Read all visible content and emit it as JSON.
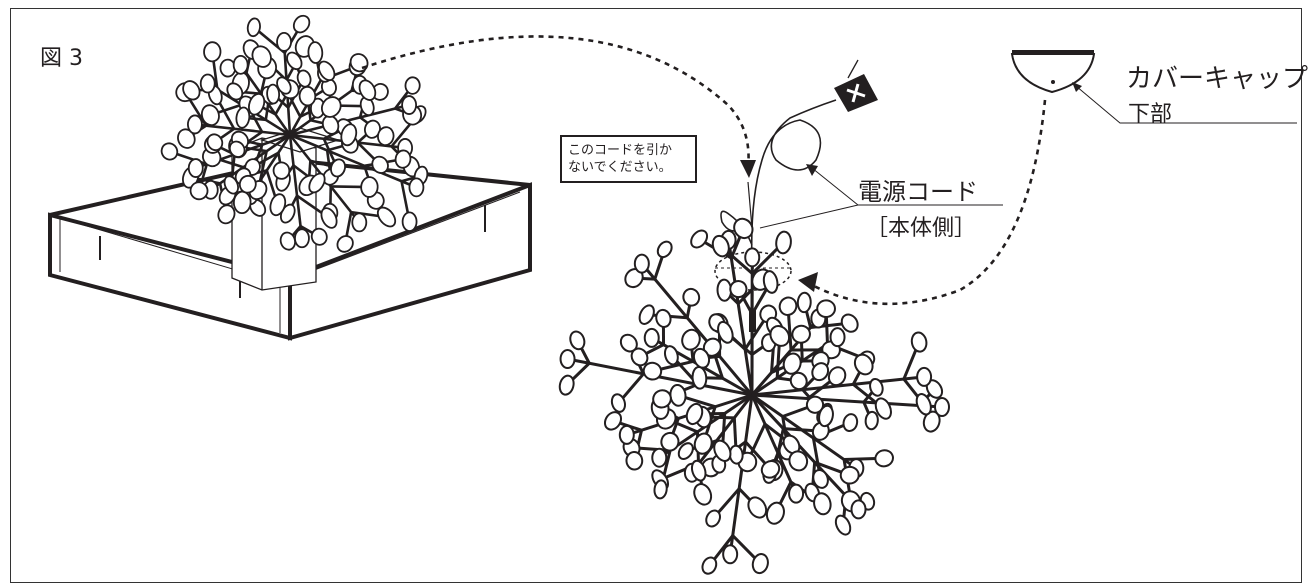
{
  "figure": {
    "label": "図 3"
  },
  "cover_cap": {
    "line1": "カバーキャップ",
    "line2": "下部"
  },
  "power_cord": {
    "title": "電源コード",
    "subtitle": "［本体側］"
  },
  "warning": {
    "line1": "このコードを引か",
    "line2": "ないでください。"
  },
  "colors": {
    "line": "#231f20",
    "background": "#ffffff"
  }
}
